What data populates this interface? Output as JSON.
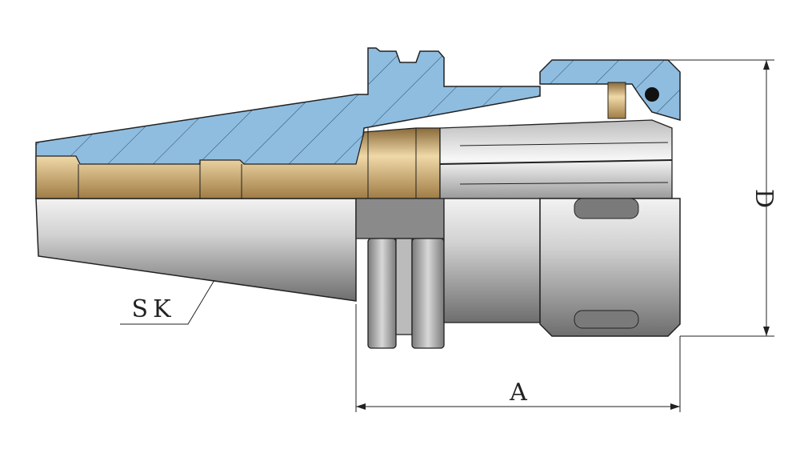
{
  "drawing": {
    "labels": {
      "taper": "SK",
      "length": "A",
      "diameter": "D"
    },
    "colors": {
      "section": "#8fbde0",
      "brass": "#c7a46a",
      "steel": "#9a9a9a",
      "outline": "#222222"
    }
  }
}
